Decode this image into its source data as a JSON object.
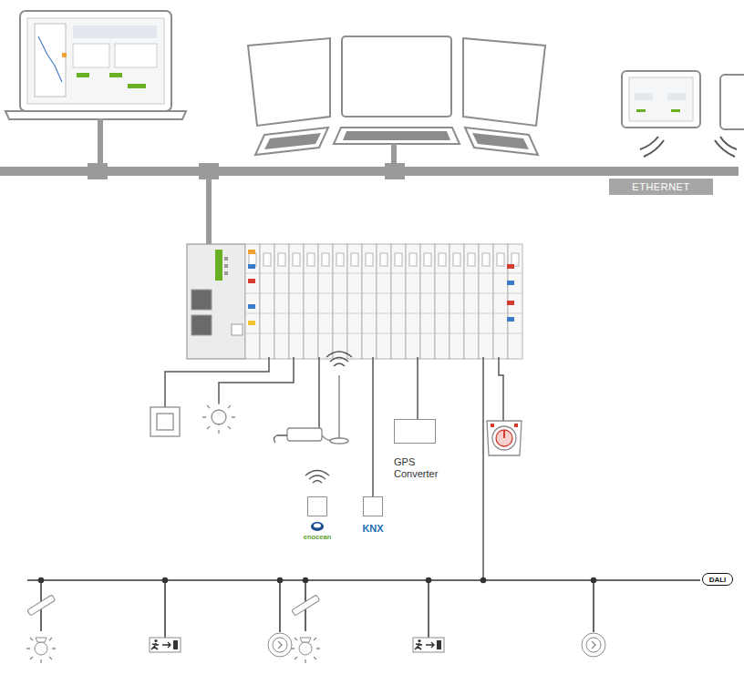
{
  "diagram": {
    "nodes": [
      {
        "text": [
          "GPS Converter"
        ]
      },
      {
        "text": [
          "enocean"
        ]
      },
      {
        "text": [
          "KNX"
        ]
      }
    ],
    "labels": [
      "ETHERNET",
      "DALI"
    ]
  }
}
